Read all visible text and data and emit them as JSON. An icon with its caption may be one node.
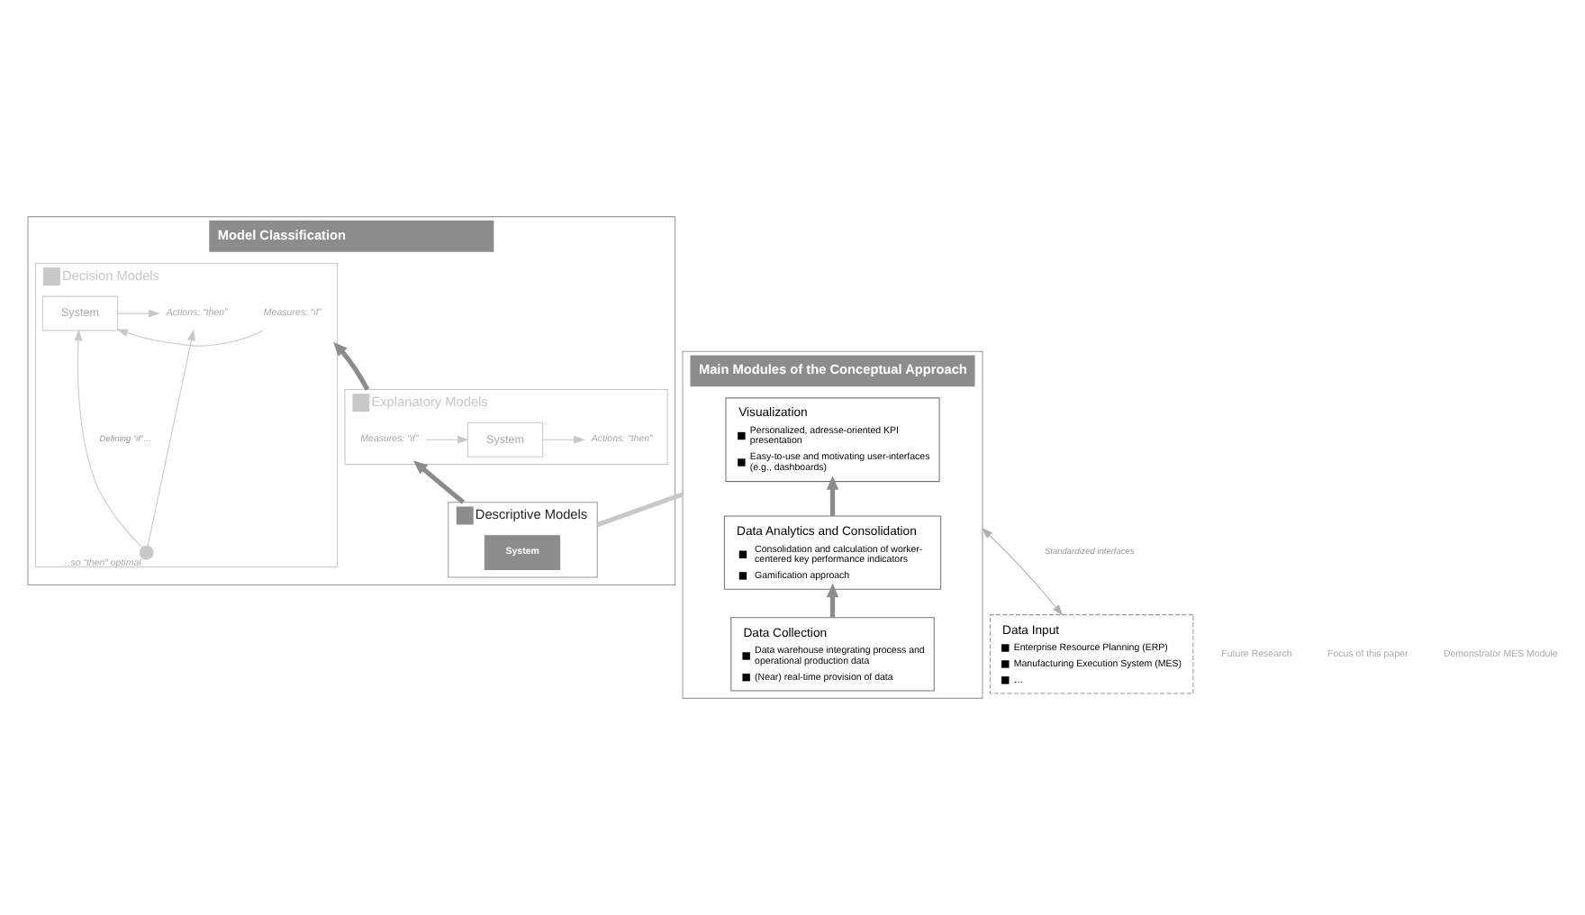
{
  "diagram": {
    "nodes": [
      {
        "text": [
          "Model Classification"
        ]
      },
      {
        "text": [
          "Decision Models"
        ],
        "in": 0
      },
      {
        "text": [
          "Measures: “if”"
        ],
        "in": 1
      },
      {
        "text": [
          "System"
        ],
        "in": 1
      },
      {
        "text": [
          "Actions: “then”"
        ],
        "in": 1
      },
      {
        "text": [],
        "shape": "circle",
        "in": 1,
        "beside": [
          "…so “then” optimal"
        ]
      },
      {
        "text": [
          "Explanatory Models"
        ],
        "in": 0
      },
      {
        "text": [
          "Measures: “if”"
        ],
        "in": 6
      },
      {
        "text": [
          "System"
        ],
        "in": 6
      },
      {
        "text": [
          "Actions: “then”"
        ],
        "in": 6
      },
      {
        "text": [
          "Descriptive Models"
        ],
        "in": 0
      },
      {
        "text": [
          "System"
        ],
        "in": 10
      },
      {
        "text": [
          "Main Modules of the Conceptual Approach"
        ]
      },
      {
        "text": [
          "Visualization",
          "Personalized, adresse-oriented KPI presentation",
          "Easy-to-use and motivating user-interfaces (e.g., dashboards)"
        ],
        "in": 12
      },
      {
        "text": [
          "Data Analytics and Consolidation",
          "Consolidation and calculation of worker-centered key performance indicators",
          "Gamification approach"
        ],
        "in": 12
      },
      {
        "text": [
          "Data Collection",
          "Data warehouse integrating process and operational production data",
          "(Near) real-time provision of data"
        ],
        "in": 12
      },
      {
        "text": [
          "Data Input",
          "Enterprise Resource Planning (ERP)",
          "Manufacturing Execution System (MES)",
          "…"
        ]
      }
    ],
    "edges": [
      {
        "from": 2,
        "to": 3,
        "arrow": "to",
        "color": "#c8c8c8"
      },
      {
        "from": 3,
        "to": 4,
        "arrow": "to",
        "color": "#c8c8c8"
      },
      {
        "from": 5,
        "to": 4,
        "arrow": "to",
        "color": "#c8c8c8"
      },
      {
        "from": 5,
        "to": 3,
        "arrow": "to",
        "label": "Defining “if”…",
        "color": "#c8c8c8"
      },
      {
        "from": 7,
        "to": 8,
        "arrow": "to",
        "color": "#c8c8c8"
      },
      {
        "from": 8,
        "to": 9,
        "arrow": "to",
        "color": "#c8c8c8"
      },
      {
        "from": 6,
        "to": 1,
        "arrow": "to",
        "style": "thick"
      },
      {
        "from": 10,
        "to": 6,
        "arrow": "to",
        "style": "thick"
      },
      {
        "from": 10,
        "to": 12,
        "arrow": "none",
        "style": "thick",
        "color": "#c8c8c8"
      },
      {
        "from": 15,
        "to": 14,
        "arrow": "to",
        "style": "thick"
      },
      {
        "from": 14,
        "to": 13,
        "arrow": "to",
        "style": "thick"
      },
      {
        "from": 16,
        "to": 12,
        "arrow": "both",
        "label": "Standardized interfaces",
        "color": "#b0b0b0"
      }
    ],
    "labels": [
      "Future Research",
      "Focus of this paper",
      "Demonstrator MES Module"
    ]
  }
}
